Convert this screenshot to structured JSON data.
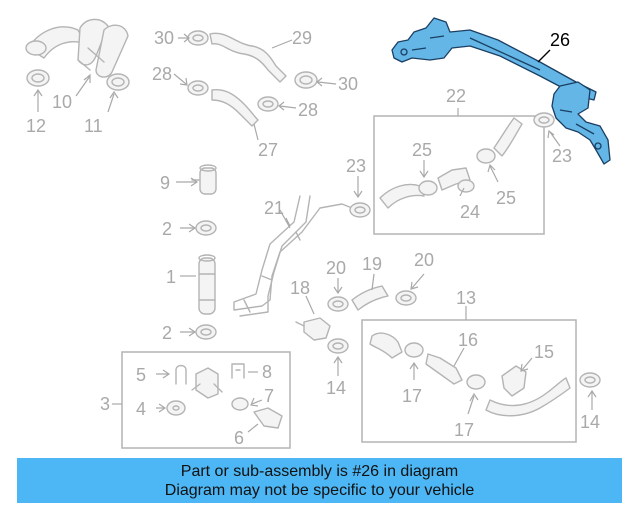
{
  "callouts": {
    "c1": "1",
    "c2a": "2",
    "c2b": "2",
    "c3": "3",
    "c4": "4",
    "c5": "5",
    "c6": "6",
    "c7": "7",
    "c8": "8",
    "c9": "9",
    "c10": "10",
    "c11": "11",
    "c12": "12",
    "c13": "13",
    "c14a": "14",
    "c14b": "14",
    "c15": "15",
    "c16": "16",
    "c17a": "17",
    "c17b": "17",
    "c18": "18",
    "c19": "19",
    "c20a": "20",
    "c20b": "20",
    "c21": "21",
    "c22": "22",
    "c23a": "23",
    "c23b": "23",
    "c24": "24",
    "c25a": "25",
    "c25b": "25",
    "c26": "26",
    "c27": "27",
    "c28a": "28",
    "c28b": "28",
    "c29": "29",
    "c30a": "30",
    "c30b": "30"
  },
  "banner": {
    "line1": "Part or sub-assembly is #26 in diagram",
    "line2": "Diagram may not be specific to your vehicle",
    "color": "#4db6f4"
  },
  "highlight": {
    "part_number": "26",
    "fill_color": "#63b6e6"
  }
}
